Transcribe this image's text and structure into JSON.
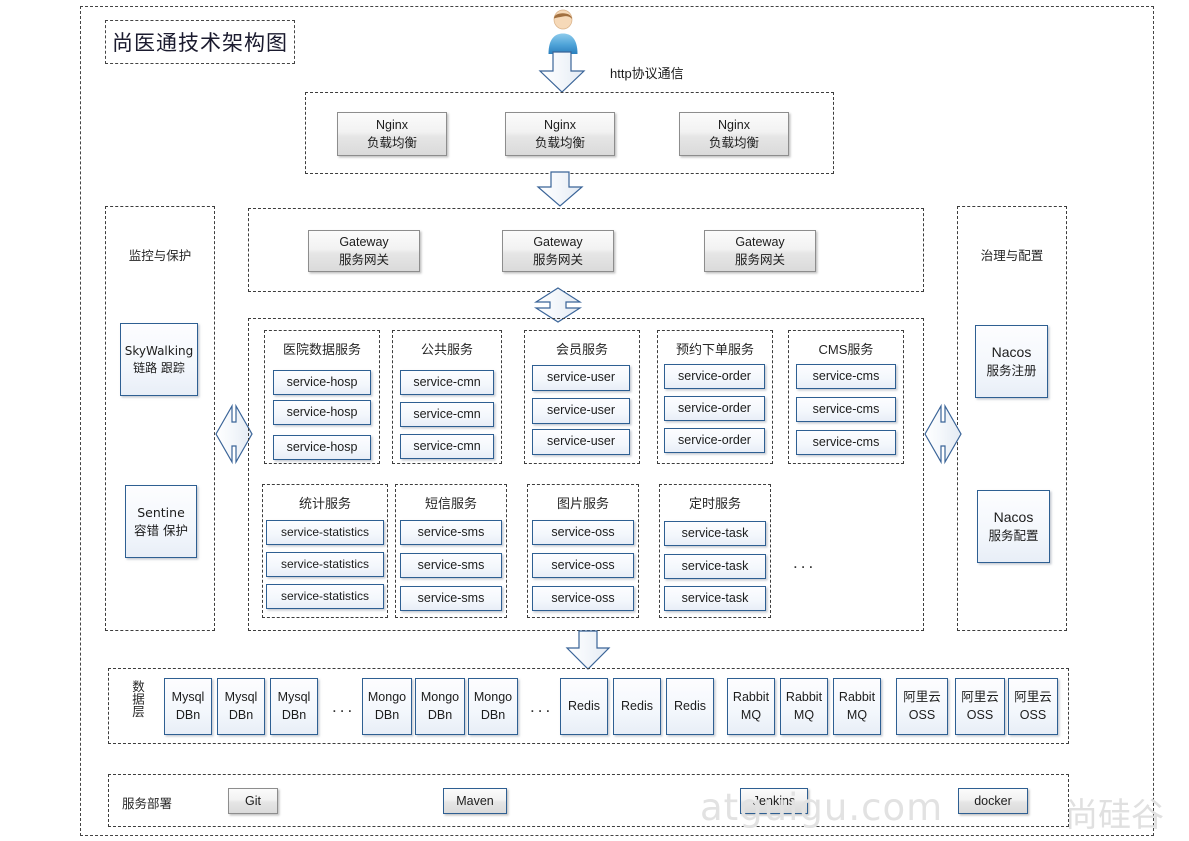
{
  "title": "尚医通技术架构图",
  "user": {
    "icon": "user-avatar-icon"
  },
  "http_label": "http协议通信",
  "nginx": {
    "items": [
      {
        "line1": "Nginx",
        "line2": "负载均衡"
      },
      {
        "line1": "Nginx",
        "line2": "负载均衡"
      },
      {
        "line1": "Nginx",
        "line2": "负载均衡"
      }
    ]
  },
  "gateway": {
    "items": [
      {
        "line1": "Gateway",
        "line2": "服务网关"
      },
      {
        "line1": "Gateway",
        "line2": "服务网关"
      },
      {
        "line1": "Gateway",
        "line2": "服务网关"
      }
    ]
  },
  "left_panel": {
    "label": "监控与保护",
    "items": [
      {
        "line1": "SkyWalking",
        "line2": "链路 跟踪"
      },
      {
        "line1": "Sentine",
        "line2": "容错 保护"
      }
    ]
  },
  "right_panel": {
    "label": "治理与配置",
    "items": [
      {
        "line1": "Nacos",
        "line2": "服务注册"
      },
      {
        "line1": "Nacos",
        "line2": "服务配置"
      }
    ]
  },
  "services": {
    "row1": [
      {
        "title": "医院数据服务",
        "instances": [
          "service-hosp",
          "service-hosp",
          "service-hosp"
        ]
      },
      {
        "title": "公共服务",
        "instances": [
          "service-cmn",
          "service-cmn",
          "service-cmn"
        ]
      },
      {
        "title": "会员服务",
        "instances": [
          "service-user",
          "service-user",
          "service-user"
        ]
      },
      {
        "title": "预约下单服务",
        "instances": [
          "service-order",
          "service-order",
          "service-order"
        ]
      },
      {
        "title": "CMS服务",
        "instances": [
          "service-cms",
          "service-cms",
          "service-cms"
        ]
      }
    ],
    "row2": [
      {
        "title": "统计服务",
        "instances": [
          "service-statistics",
          "service-statistics",
          "service-statistics"
        ]
      },
      {
        "title": "短信服务",
        "instances": [
          "service-sms",
          "service-sms",
          "service-sms"
        ]
      },
      {
        "title": "图片服务",
        "instances": [
          "service-oss",
          "service-oss",
          "service-oss"
        ]
      },
      {
        "title": "定时服务",
        "instances": [
          "service-task",
          "service-task",
          "service-task"
        ]
      }
    ],
    "more": "..."
  },
  "data_layer": {
    "label": "数据层",
    "items": [
      {
        "kind": "box",
        "line1": "Mysql",
        "line2": "DBn"
      },
      {
        "kind": "box",
        "line1": "Mysql",
        "line2": "DBn"
      },
      {
        "kind": "box",
        "line1": "Mysql",
        "line2": "DBn"
      },
      {
        "kind": "ellipsis",
        "line1": "...",
        "line2": ""
      },
      {
        "kind": "box",
        "line1": "Mongo",
        "line2": "DBn"
      },
      {
        "kind": "box",
        "line1": "Mongo",
        "line2": "DBn"
      },
      {
        "kind": "box",
        "line1": "Mongo",
        "line2": "DBn"
      },
      {
        "kind": "ellipsis",
        "line1": "...",
        "line2": ""
      },
      {
        "kind": "box",
        "line1": "Redis",
        "line2": ""
      },
      {
        "kind": "box",
        "line1": "Redis",
        "line2": ""
      },
      {
        "kind": "box",
        "line1": "Redis",
        "line2": ""
      },
      {
        "kind": "box",
        "line1": "Rabbit",
        "line2": "MQ"
      },
      {
        "kind": "box",
        "line1": "Rabbit",
        "line2": "MQ"
      },
      {
        "kind": "box",
        "line1": "Rabbit",
        "line2": "MQ"
      },
      {
        "kind": "box",
        "line1": "阿里云",
        "line2": "OSS"
      },
      {
        "kind": "box",
        "line1": "阿里云",
        "line2": "OSS"
      },
      {
        "kind": "box",
        "line1": "阿里云",
        "line2": "OSS"
      }
    ]
  },
  "deploy": {
    "label": "服务部署",
    "items": [
      "Git",
      "Maven",
      "Jenkins",
      "docker"
    ]
  },
  "watermark": {
    "site": "atguigu.com",
    "brand": "尚硅谷"
  },
  "colors": {
    "box_border_blue": "#2e5f92",
    "box_border_grey": "#8d8d8d",
    "arrow_stroke": "#3a6498",
    "dash_border": "#3d3d3d",
    "watermark": "#e2e2e2"
  }
}
